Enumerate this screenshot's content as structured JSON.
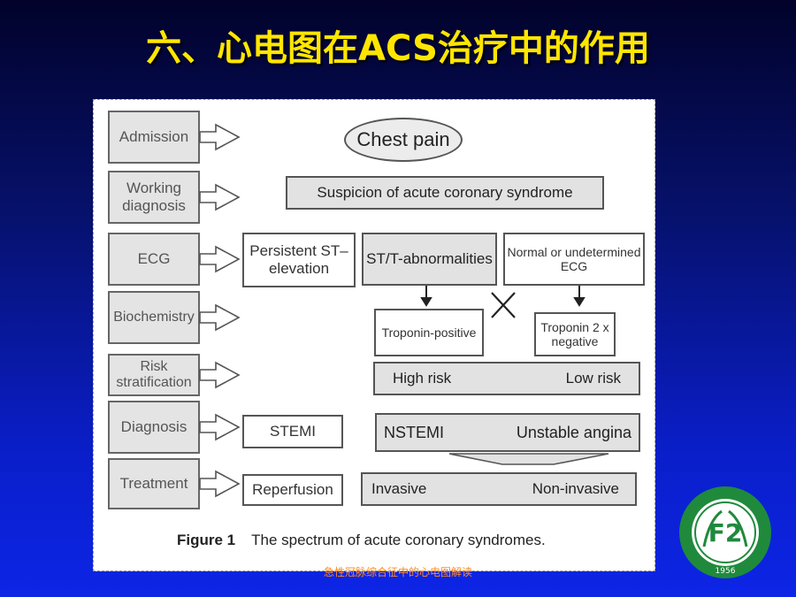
{
  "slide": {
    "title": "六、心电图在ACS治疗中的作用",
    "footer": "急性冠脉综合征中的心电图解读"
  },
  "diagram": {
    "stages": [
      "Admission",
      "Working diagnosis",
      "ECG",
      "Biochemistry",
      "Risk stratification",
      "Diagnosis",
      "Treatment"
    ],
    "chest_pain": "Chest pain",
    "suspicion": "Suspicion of acute coronary syndrome",
    "ecg_persistent": "Persistent ST–elevation",
    "ecg_st_t": "ST/T-abnormalities",
    "ecg_normal": "Normal or undetermined ECG",
    "troponin_positive": "Troponin-positive",
    "troponin_negative": "Troponin 2 x negative",
    "risk_high": "High risk",
    "risk_low": "Low risk",
    "dx_stemi": "STEMI",
    "dx_nstemi": "NSTEMI",
    "dx_unstable": "Unstable angina",
    "tx_reperfusion": "Reperfusion",
    "tx_invasive": "Invasive",
    "tx_noninvasive": "Non-invasive",
    "caption_label": "Figure 1",
    "caption_text": "The spectrum of acute coronary syndromes."
  },
  "logo": {
    "text": "F2",
    "year": "1956",
    "colors": {
      "ring": "#1f8a3c",
      "inner": "#ffffff"
    }
  }
}
